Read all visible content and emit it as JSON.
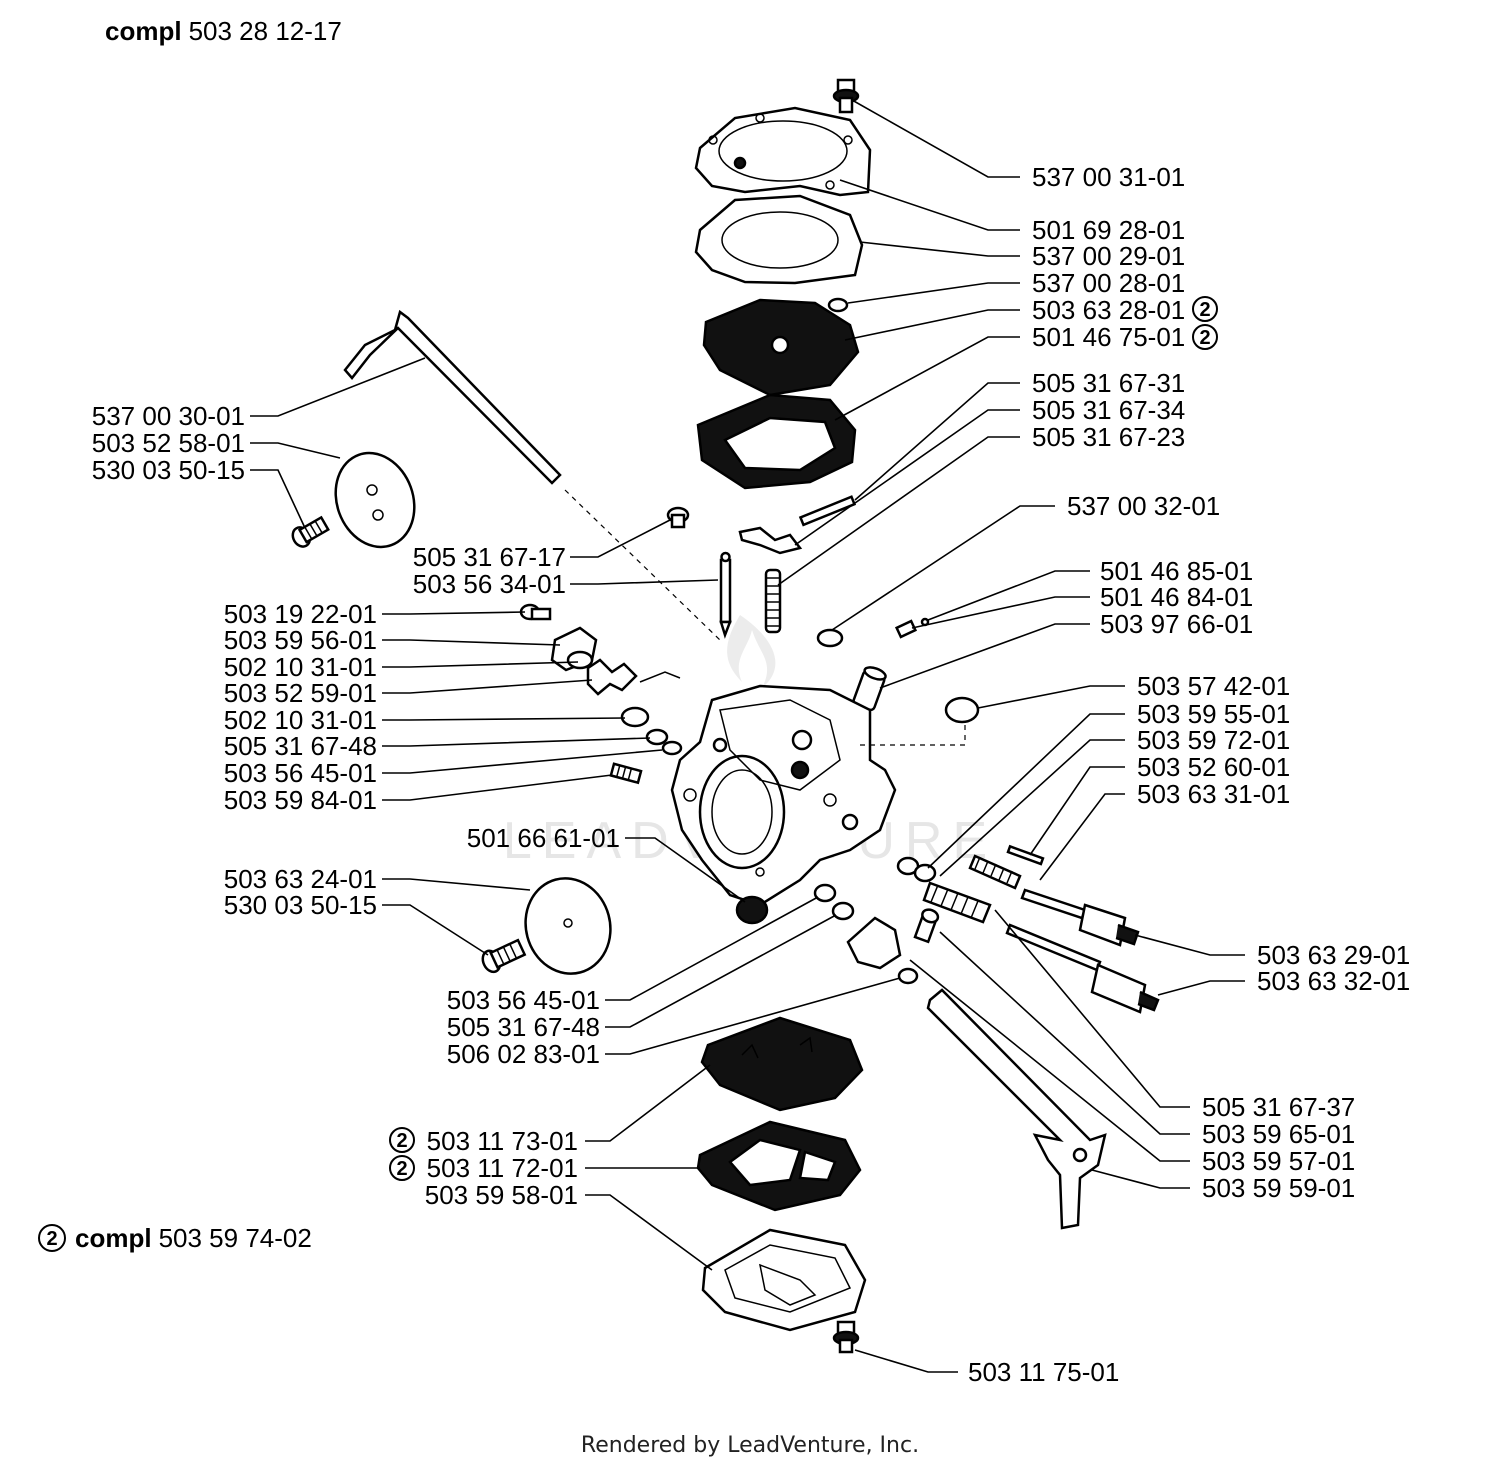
{
  "header": {
    "prefix": "compl",
    "number": "503 28 12-17"
  },
  "kit_note": {
    "marker": "2",
    "prefix": "compl",
    "number": "503 59 74-02"
  },
  "footer": {
    "text": "Rendered by LeadVenture, Inc."
  },
  "watermark": {
    "text": "LEADVENTURE"
  },
  "labels": {
    "l01": "537 00 31-01",
    "l02": "501 69 28-01",
    "l03": "537 00 29-01",
    "l04": "537 00 28-01",
    "l05": "503 63 28-01",
    "l06": "501 46 75-01",
    "l07": "505 31 67-31",
    "l08": "505 31 67-34",
    "l09": "505 31 67-23",
    "l10": "537 00 32-01",
    "l11": "501 46 85-01",
    "l12": "501 46 84-01",
    "l13": "503 97 66-01",
    "l14": "503 57 42-01",
    "l15": "503 59 55-01",
    "l16": "503 59 72-01",
    "l17": "503 52 60-01",
    "l18": "503 63 31-01",
    "l19": "503 63 29-01",
    "l20": "503 63 32-01",
    "l21": "505 31 67-37",
    "l22": "503 59 65-01",
    "l23": "503 59 57-01",
    "l24": "503 59 59-01",
    "l25": "503 11 75-01",
    "l26": "537 00 30-01",
    "l27": "503 52 58-01",
    "l28": "530 03 50-15",
    "l29": "505 31 67-17",
    "l30": "503 56 34-01",
    "l31": "503 19 22-01",
    "l32": "503 59 56-01",
    "l33": "502 10 31-01",
    "l34": "503 52 59-01",
    "l35": "502 10 31-01",
    "l36": "505 31 67-48",
    "l37": "503 56 45-01",
    "l38": "503 59 84-01",
    "l39": "501 66 61-01",
    "l40": "503 63 24-01",
    "l41": "530 03 50-15",
    "l42": "503 56 45-01",
    "l43": "505 31 67-48",
    "l44": "506 02 83-01",
    "l45": "503 11 73-01",
    "l46": "503 11 72-01",
    "l47": "503 59 58-01"
  },
  "kit_markers": {
    "m1": "2",
    "m2": "2",
    "m3": "2",
    "m4": "2"
  }
}
